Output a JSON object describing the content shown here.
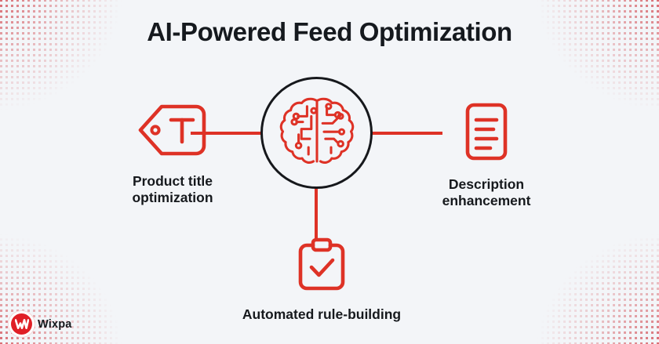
{
  "page": {
    "title": "AI-Powered Feed Optimization",
    "background_color": "#f3f5f8",
    "accent_color": "#de3226",
    "text_color": "#16191d",
    "ring_color": "#16181c"
  },
  "center": {
    "icon": "ai-brain-circuit-icon",
    "ring": "circle-outline"
  },
  "nodes": [
    {
      "id": "product-title-optimization",
      "icon": "price-tag-text-icon",
      "label": "Product title\noptimization",
      "position": "left"
    },
    {
      "id": "description-enhancement",
      "icon": "document-lines-icon",
      "label": "Description\nenhancement",
      "position": "right"
    },
    {
      "id": "automated-rule-building",
      "icon": "clipboard-check-icon",
      "label": "Automated rule-building",
      "position": "bottom"
    }
  ],
  "connectors": [
    {
      "id": "left-connector",
      "from": "product-title-optimization",
      "to": "center"
    },
    {
      "id": "right-connector",
      "from": "center",
      "to": "description-enhancement"
    },
    {
      "id": "bottom-connector",
      "from": "center",
      "to": "automated-rule-building"
    }
  ],
  "footer": {
    "logo_mark": "wixpa-w-icon",
    "brand": "Wixpa"
  }
}
